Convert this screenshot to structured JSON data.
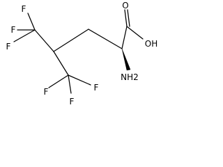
{
  "molecule": {
    "atom_labels": {
      "F_top_a": "F",
      "F_top_b": "F",
      "F_top_c": "F",
      "F_bot_a": "F",
      "F_bot_b": "F",
      "F_bot_c": "F",
      "O_carbonyl": "O",
      "OH": "OH",
      "NH2": "NH2"
    },
    "bond_color": "#000000",
    "background": "#ffffff"
  }
}
